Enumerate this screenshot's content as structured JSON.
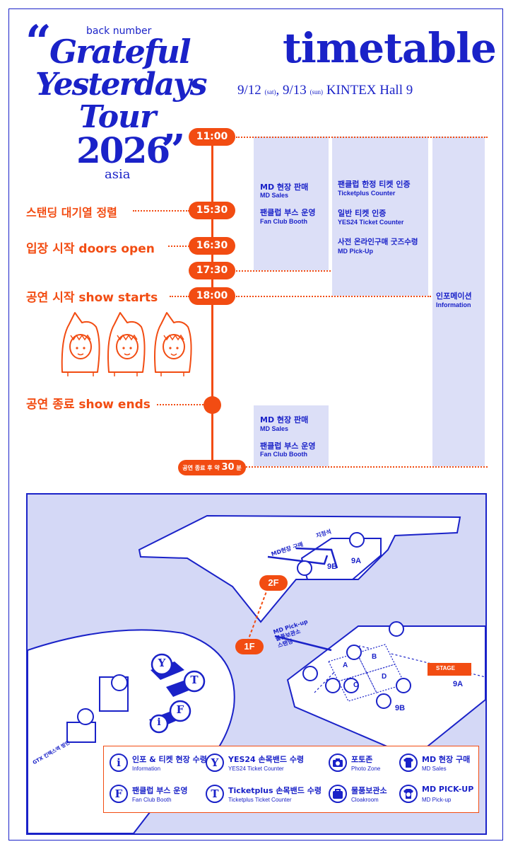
{
  "header": {
    "quote_open": "“",
    "brand": "back number",
    "title_lines": [
      "Grateful",
      "Yesterdays",
      "Tour",
      "2026"
    ],
    "quote_close": "”",
    "region": "asia",
    "timetable": "timetable",
    "date1": "9/12",
    "day1": "(sat)",
    "date_sep": ",",
    "date2": "9/13",
    "day2": "(sun)",
    "venue": "KINTEX Hall 9"
  },
  "colors": {
    "blue": "#1a22c8",
    "orange": "#f24c12",
    "lavender": "#dcdff7"
  },
  "timeline": {
    "times": [
      "11:00",
      "15:30",
      "16:30",
      "17:30",
      "18:00"
    ],
    "events": [
      {
        "ko": "스탠딩 대기열 정렬",
        "en": ""
      },
      {
        "ko": "입장 시작",
        "en": "doors open"
      },
      {
        "ko": "공연 시작",
        "en": "show starts"
      },
      {
        "ko": "공연 종료",
        "en": "show ends"
      }
    ],
    "end_note": "공연 종료 후 약",
    "end_minutes": "30",
    "end_unit": "분"
  },
  "columns": {
    "md1": [
      {
        "ko": "MD 현장 판매",
        "en": "MD Sales"
      },
      {
        "ko": "팬클럽 부스 운영",
        "en": "Fan Club Booth"
      }
    ],
    "ticket": [
      {
        "ko": "팬클럽 한정 티켓 인증",
        "en": "Ticketplus Counter"
      },
      {
        "ko": "일반 티켓 인증",
        "en": "YES24 Ticket Counter"
      },
      {
        "ko": "사전 온라인구매 굿즈수령",
        "en": "MD Pick-Up"
      }
    ],
    "info": {
      "ko": "인포메이션",
      "en": "Information"
    },
    "md2": [
      {
        "ko": "MD 현장 판매",
        "en": "MD Sales"
      },
      {
        "ko": "팬클럽 부스 운영",
        "en": "Fan Club Booth"
      }
    ]
  },
  "map": {
    "floor2": "2F",
    "floor1": "1F",
    "md_buy": "MD현장 구매",
    "path": "지정석",
    "zone_9a": "9A",
    "zone_9b": "9B",
    "pickup_line1": "MD Pick-up",
    "pickup_line2": "물품보관소",
    "pickup_line3": "스탠딩",
    "blocks": [
      "A",
      "B",
      "C",
      "D"
    ],
    "stage": "STAGE",
    "gtx": "GTX 킨텍스역 방면",
    "letter_y": "Y",
    "letter_t": "T",
    "letter_f": "F",
    "letter_i": "i"
  },
  "legend": [
    {
      "icon": "i",
      "ko": "인포 & 티켓 현장 수령",
      "en": "Information"
    },
    {
      "icon": "Y",
      "ko": "YES24 손목밴드 수령",
      "en": "YES24 Ticket Counter"
    },
    {
      "icon": "camera",
      "ko": "포토존",
      "en": "Photo Zone"
    },
    {
      "icon": "shirt",
      "ko": "MD 현장 구매",
      "en": "MD Sales"
    },
    {
      "icon": "F",
      "ko": "팬클럽 부스 운영",
      "en": "Fan Club Booth"
    },
    {
      "icon": "T",
      "ko": "Ticketplus 손목밴드 수령",
      "en": "Ticketplus Ticket Counter"
    },
    {
      "icon": "bag",
      "ko": "물품보관소",
      "en": "Cloakroom"
    },
    {
      "icon": "shirt-p",
      "ko": "MD PICK-UP",
      "en": "MD Pick-up"
    }
  ]
}
